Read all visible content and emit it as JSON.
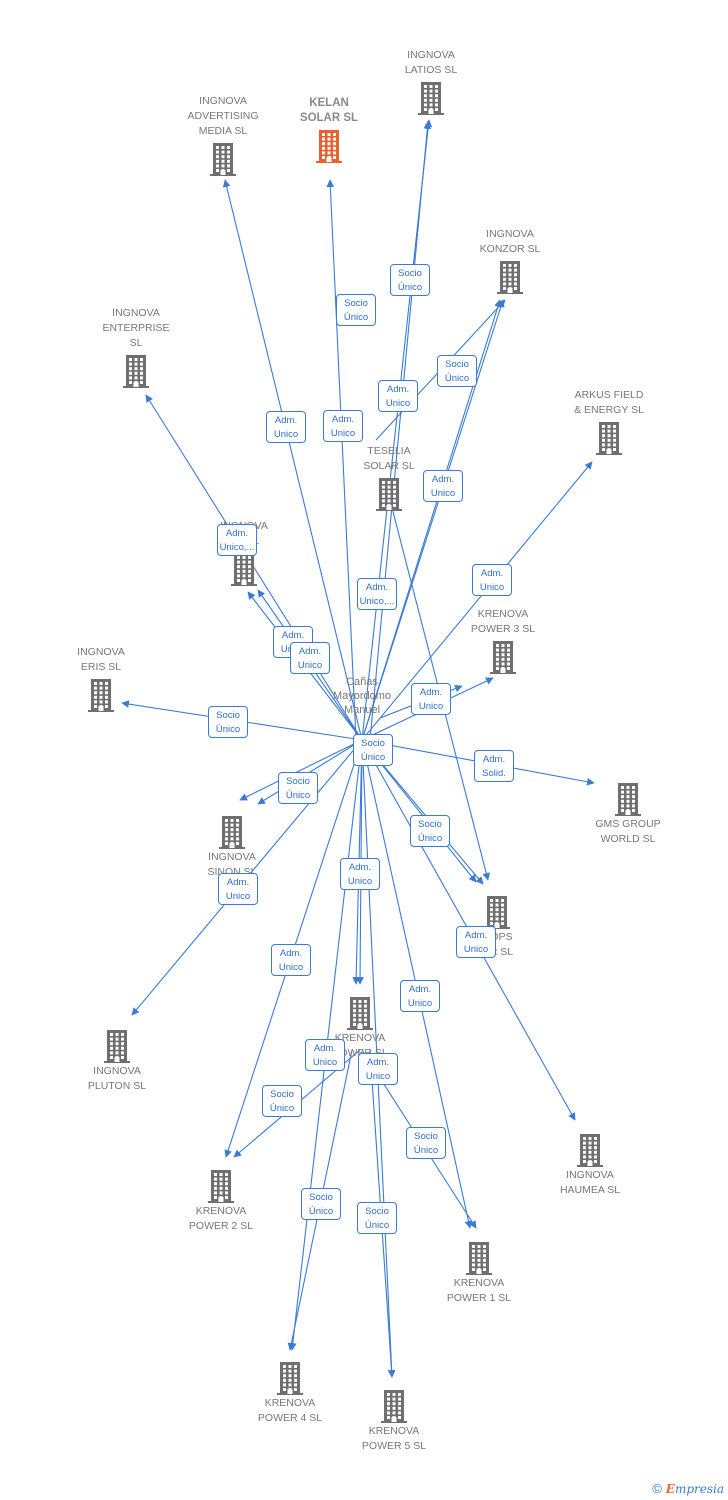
{
  "center": {
    "label": "Cañas\nMayordomo\nManuel"
  },
  "nodes": [
    {
      "id": "latios",
      "label": "INGNOVA\nLATIOS  SL",
      "color": "#6f6f6f",
      "highlight": false
    },
    {
      "id": "advertising",
      "label": "INGNOVA\nADVERTISING\nMEDIA  SL",
      "color": "#6f6f6f",
      "highlight": false
    },
    {
      "id": "kelan",
      "label": "KELAN\nSOLAR  SL",
      "color": "#e8622f",
      "highlight": true
    },
    {
      "id": "konzor",
      "label": "INGNOVA\nKONZOR  SL",
      "color": "#6f6f6f",
      "highlight": false
    },
    {
      "id": "enterprise",
      "label": "INGNOVA\nENTERPRISE\nSL",
      "color": "#6f6f6f",
      "highlight": false
    },
    {
      "id": "arkus",
      "label": "ARKUS FIELD\n& ENERGY  SL",
      "color": "#6f6f6f",
      "highlight": false
    },
    {
      "id": "teselia",
      "label": "TESELIA\nSOLAR  SL",
      "color": "#6f6f6f",
      "highlight": false
    },
    {
      "id": "ingnova_p",
      "label": "INGNOVA\nP...  SL",
      "color": "#6f6f6f",
      "highlight": false
    },
    {
      "id": "power3",
      "label": "KRENOVA\nPOWER 3  SL",
      "color": "#6f6f6f",
      "highlight": false
    },
    {
      "id": "eris",
      "label": "INGNOVA\nERIS  SL",
      "color": "#6f6f6f",
      "highlight": false
    },
    {
      "id": "gms",
      "label": "GMS GROUP\nWORLD  SL",
      "color": "#6f6f6f",
      "highlight": false
    },
    {
      "id": "sinon",
      "label": "INGNOVA\nSINON  SL",
      "color": "#6f6f6f",
      "highlight": false
    },
    {
      "id": "tops",
      "label": "...OPS\n...R  SL",
      "color": "#6f6f6f",
      "highlight": false
    },
    {
      "id": "pluton",
      "label": "INGNOVA\nPLUTON  SL",
      "color": "#6f6f6f",
      "highlight": false
    },
    {
      "id": "power",
      "label": "KRENOVA\nPOWER  SL",
      "color": "#6f6f6f",
      "highlight": false
    },
    {
      "id": "haumea",
      "label": "INGNOVA\nHAUMEA  SL",
      "color": "#6f6f6f",
      "highlight": false
    },
    {
      "id": "power2",
      "label": "KRENOVA\nPOWER 2  SL",
      "color": "#6f6f6f",
      "highlight": false
    },
    {
      "id": "power1",
      "label": "KRENOVA\nPOWER 1  SL",
      "color": "#6f6f6f",
      "highlight": false
    },
    {
      "id": "power4",
      "label": "KRENOVA\nPOWER 4  SL",
      "color": "#6f6f6f",
      "highlight": false
    },
    {
      "id": "power5",
      "label": "KRENOVA\nPOWER 5  SL",
      "color": "#6f6f6f",
      "highlight": false
    }
  ],
  "relations": [
    {
      "id": "b1",
      "text": "Socio\nÚnico"
    },
    {
      "id": "b2",
      "text": "Socio\nÚnico"
    },
    {
      "id": "b3",
      "text": "Adm.\nUnico"
    },
    {
      "id": "b4",
      "text": "Socio\nÚnico"
    },
    {
      "id": "b5",
      "text": "Adm.\nUnico"
    },
    {
      "id": "b6",
      "text": "Adm.\nUnico"
    },
    {
      "id": "b7",
      "text": "Adm.\nUnico"
    },
    {
      "id": "b8",
      "text": "Adm.\nUnico,..."
    },
    {
      "id": "b9",
      "text": "Adm.\nUnico"
    },
    {
      "id": "b10",
      "text": "Adm.\nUnico,..."
    },
    {
      "id": "b11",
      "text": "Adm.\nUnico"
    },
    {
      "id": "b12",
      "text": "Socio\nÚnico"
    },
    {
      "id": "b13",
      "text": "Adm.\nUnico"
    },
    {
      "id": "b14",
      "text": "Adm.\nUnico"
    },
    {
      "id": "b15",
      "text": "Socio\nÚnico"
    },
    {
      "id": "b16",
      "text": "Adm.\nSolid."
    },
    {
      "id": "b17",
      "text": "Socio\nÚnico"
    },
    {
      "id": "b18",
      "text": "Socio\nÚnico"
    },
    {
      "id": "b19",
      "text": "Adm.\nUnico"
    },
    {
      "id": "b20",
      "text": "Adm.\nUnico"
    },
    {
      "id": "b21",
      "text": "Adm.\nUnico"
    },
    {
      "id": "b22",
      "text": "Adm.\nUnico"
    },
    {
      "id": "b23",
      "text": "Adm.\nUnico"
    },
    {
      "id": "b24",
      "text": "Adm.\nUnico"
    },
    {
      "id": "b25",
      "text": "Adm.\nUnico"
    },
    {
      "id": "b26",
      "text": "Socio\nÚnico"
    },
    {
      "id": "b27",
      "text": "Socio\nÚnico"
    },
    {
      "id": "b28",
      "text": "Socio\nÚnico"
    },
    {
      "id": "b29",
      "text": "Socio\nÚnico"
    }
  ],
  "colors": {
    "edge": "#3a7bd5",
    "building": "#6f6f6f",
    "highlight": "#e8622f"
  },
  "footer": {
    "copyright": "©",
    "brand_initial": "E",
    "brand_rest": "mpresia"
  }
}
